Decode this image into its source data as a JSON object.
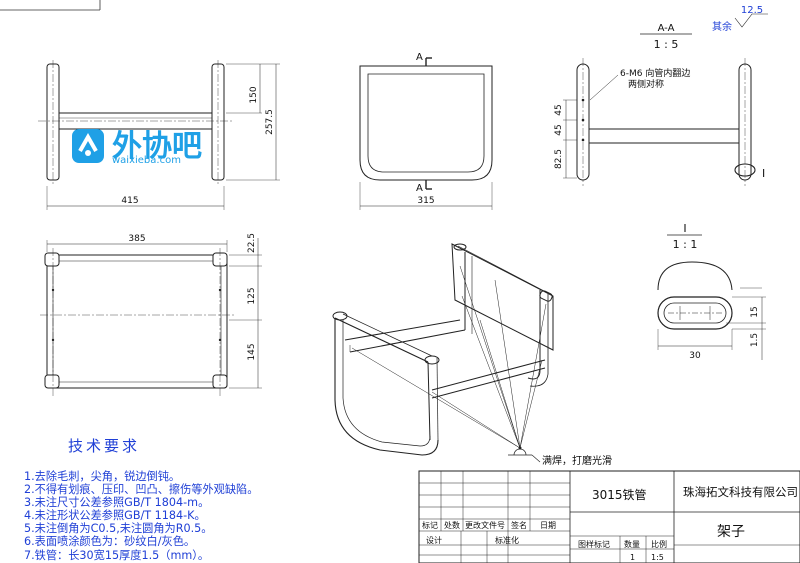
{
  "views": {
    "front": {
      "dim_h": "150",
      "dim_h2": "257.5",
      "dim_w": "415"
    },
    "top": {
      "dim_w": "385",
      "dim_t": "22.5",
      "dim_m": "125",
      "dim_b": "145"
    },
    "side": {
      "dim_w": "315",
      "section_mark": "A"
    },
    "section": {
      "title": "A-A",
      "scale": "1 : 5",
      "note_line1": "6-M6 向管内翻边",
      "note_line2": "两侧对称",
      "dims": [
        "45",
        "45",
        "82.5"
      ],
      "detail_mark": "I"
    },
    "detail": {
      "title": "I",
      "scale": "1 : 1",
      "dim_15": "15",
      "dim_1_5": "1.5",
      "dim_30": "30"
    },
    "weld": {
      "note": "满焊，打磨光滑"
    },
    "surface": {
      "value": "12.5",
      "label": "其余"
    }
  },
  "watermark": {
    "text": "外协吧",
    "url": "waixieba.com"
  },
  "requirements": {
    "title": "技术要求",
    "items": [
      "1.去除毛刺，尖角，锐边倒钝。",
      "2.不得有划痕、压印、凹凸、擦伤等外观缺陷。",
      "3.未注尺寸公差参照GB/T 1804-m。",
      "4.未注形状公差参照GB/T 1184-K。",
      "5.未注倒角为C0.5,未注圆角为R0.5。",
      "6.表面喷涂颜色为：砂纹白/灰色。",
      "7.铁管：长30宽15厚度1.5（mm）。"
    ]
  },
  "title_block": {
    "material": "3015铁管",
    "company": "珠海拓文科技有限公司",
    "part_name": "架子",
    "row_labels": [
      "标记",
      "处数",
      "更改文件号",
      "签名",
      "日期"
    ],
    "design_label": "设计",
    "standard_label": "标准化",
    "col_labels": [
      "图样标记",
      "数量",
      "比例"
    ],
    "quantity": "1",
    "ratio": "1:5"
  }
}
